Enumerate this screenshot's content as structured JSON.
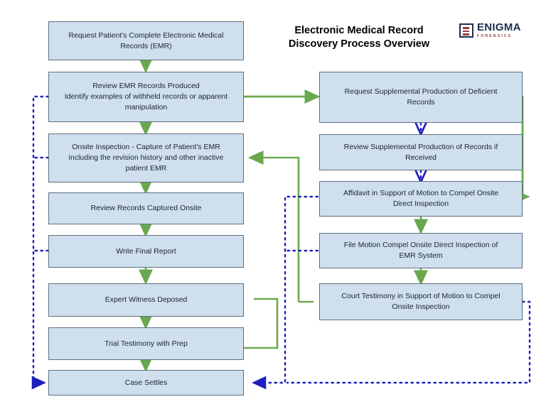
{
  "header": {
    "title": "Electronic Medical Record\nDiscovery Process Overview",
    "logo_name": "ENIGMA",
    "logo_sub": "FORENSICS"
  },
  "colors": {
    "node_fill": "#cfdfee",
    "node_border": "#5d6f80",
    "flow_green": "#6aa84f",
    "flow_blue": "#1f1fbf",
    "logo_navy": "#1d2d50",
    "logo_red": "#9a3b3b"
  },
  "chart_data": {
    "type": "diagram",
    "title": "Electronic Medical Record Discovery Process Overview",
    "nodes": [
      {
        "id": "n1",
        "label": "Request Patient's Complete Electronic Medical\nRecords (EMR)",
        "column": "left"
      },
      {
        "id": "n2",
        "label": "Review EMR Records Produced\nIdentify examples of withheld records or apparent\nmanipulation",
        "column": "left"
      },
      {
        "id": "n3",
        "label": "Onsite Inspection - Capture of Patient's EMR\nincluding the revision history and other inactive\npatient EMR",
        "column": "left"
      },
      {
        "id": "n4",
        "label": "Review Records Captured Onsite",
        "column": "left"
      },
      {
        "id": "n5",
        "label": "Write Final Report",
        "column": "left"
      },
      {
        "id": "n6",
        "label": "Expert Witness Deposed",
        "column": "left"
      },
      {
        "id": "n7",
        "label": "Trial Testimony with Prep",
        "column": "left"
      },
      {
        "id": "n8",
        "label": "Case Settles",
        "column": "left"
      },
      {
        "id": "n9",
        "label": "Request Supplemental Production of Deficient\nRecords",
        "column": "right"
      },
      {
        "id": "n10",
        "label": "Review Supplemental Production of Records if\nReceived",
        "column": "right"
      },
      {
        "id": "n11",
        "label": "Affidavit in Support of Motion to Compel Onsite\nDirect Inspection",
        "column": "right"
      },
      {
        "id": "n12",
        "label": "File Motion Compel Onsite Direct Inspection of\nEMR System",
        "column": "right"
      },
      {
        "id": "n13",
        "label": "Court Testimony in Support of Motion to Compel\nOnsite Inspection",
        "column": "right"
      }
    ],
    "edges": [
      {
        "from": "n1",
        "to": "n2",
        "style": "solid",
        "color": "#6aa84f"
      },
      {
        "from": "n2",
        "to": "n9",
        "style": "solid",
        "color": "#6aa84f"
      },
      {
        "from": "n3",
        "to": "n4",
        "style": "solid",
        "color": "#6aa84f"
      },
      {
        "from": "n4",
        "to": "n5",
        "style": "solid",
        "color": "#6aa84f"
      },
      {
        "from": "n5",
        "to": "n6",
        "style": "solid",
        "color": "#6aa84f"
      },
      {
        "from": "n6",
        "to": "n7",
        "style": "solid",
        "color": "#6aa84f"
      },
      {
        "from": "n7",
        "to": "n8",
        "style": "solid",
        "color": "#6aa84f"
      },
      {
        "from": "n9",
        "to": "n10",
        "style": "dotted",
        "color": "#1f1fbf"
      },
      {
        "from": "n10",
        "to": "n11",
        "style": "dotted",
        "color": "#1f1fbf"
      },
      {
        "from": "n9",
        "to": "n11",
        "style": "solid",
        "color": "#6aa84f"
      },
      {
        "from": "n11",
        "to": "n12",
        "style": "solid",
        "color": "#6aa84f"
      },
      {
        "from": "n12",
        "to": "n13",
        "style": "solid",
        "color": "#6aa84f"
      },
      {
        "from": "n13",
        "to": "n3",
        "style": "solid",
        "color": "#6aa84f"
      },
      {
        "from": "n13",
        "to": "n8",
        "style": "dotted",
        "color": "#1f1fbf"
      },
      {
        "from": "n2",
        "to": "n8",
        "style": "dotted",
        "color": "#1f1fbf"
      },
      {
        "from": "n11",
        "to": "n8",
        "style": "dotted",
        "color": "#1f1fbf"
      }
    ]
  }
}
